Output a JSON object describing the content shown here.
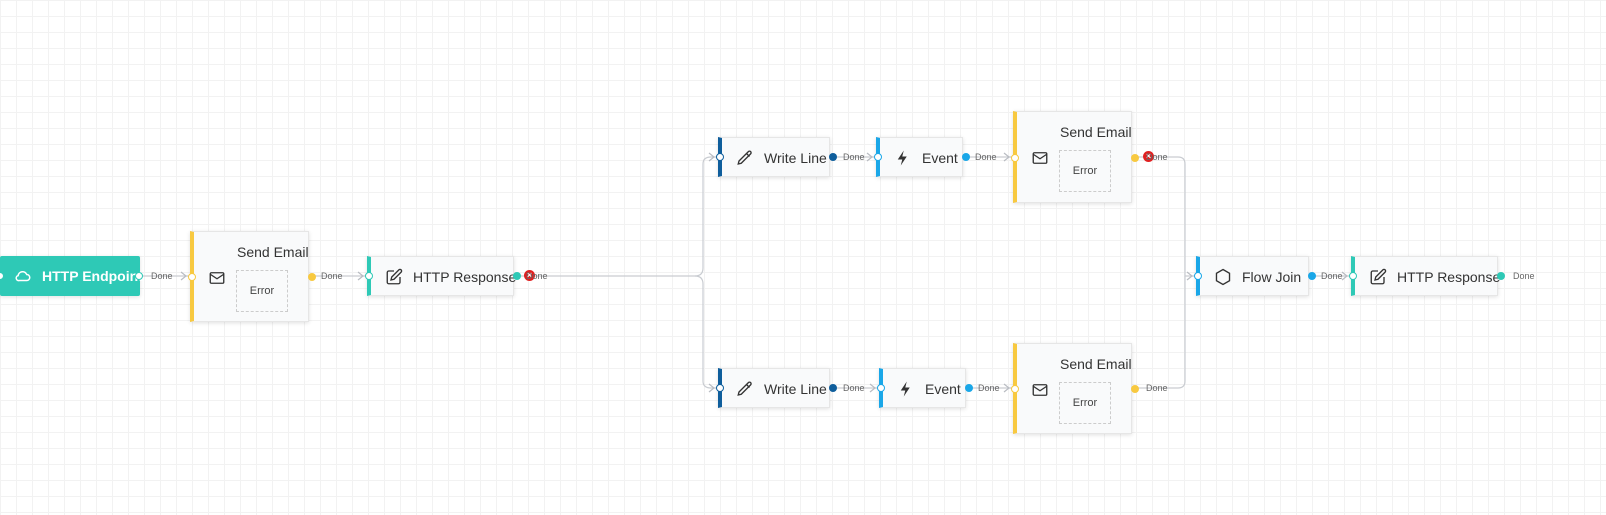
{
  "colors": {
    "teal": "#2ec9b6",
    "yellow": "#f8c940",
    "blue": "#0f5e9c",
    "cyan": "#1aa7e8",
    "wire": "#c9ccd1",
    "error": "#e02020"
  },
  "nodes": {
    "http_endpoint": {
      "title": "HTTP Endpoint",
      "icon": "cloud-icon",
      "out": "Done"
    },
    "send_email_1": {
      "title": "Send Email",
      "icon": "mail-icon",
      "error": "Error",
      "out": "Done"
    },
    "http_response_1": {
      "title": "HTTP Response",
      "icon": "edit-icon",
      "out": "Done"
    },
    "write_line_top": {
      "title": "Write Line",
      "icon": "pencil-icon",
      "out": "Done"
    },
    "event_top": {
      "title": "Event",
      "icon": "bolt-icon",
      "out": "Done"
    },
    "send_email_top": {
      "title": "Send Email",
      "icon": "mail-icon",
      "error": "Error",
      "out": "Done"
    },
    "write_line_bottom": {
      "title": "Write Line",
      "icon": "pencil-icon",
      "out": "Done"
    },
    "event_bottom": {
      "title": "Event",
      "icon": "bolt-icon",
      "out": "Done"
    },
    "send_email_bottom": {
      "title": "Send Email",
      "icon": "mail-icon",
      "error": "Error",
      "out": "Done"
    },
    "flow_join": {
      "title": "Flow Join",
      "icon": "hexagon-icon",
      "out": "Done"
    },
    "http_response_2": {
      "title": "HTTP Response",
      "icon": "edit-icon",
      "out": "Done"
    }
  }
}
